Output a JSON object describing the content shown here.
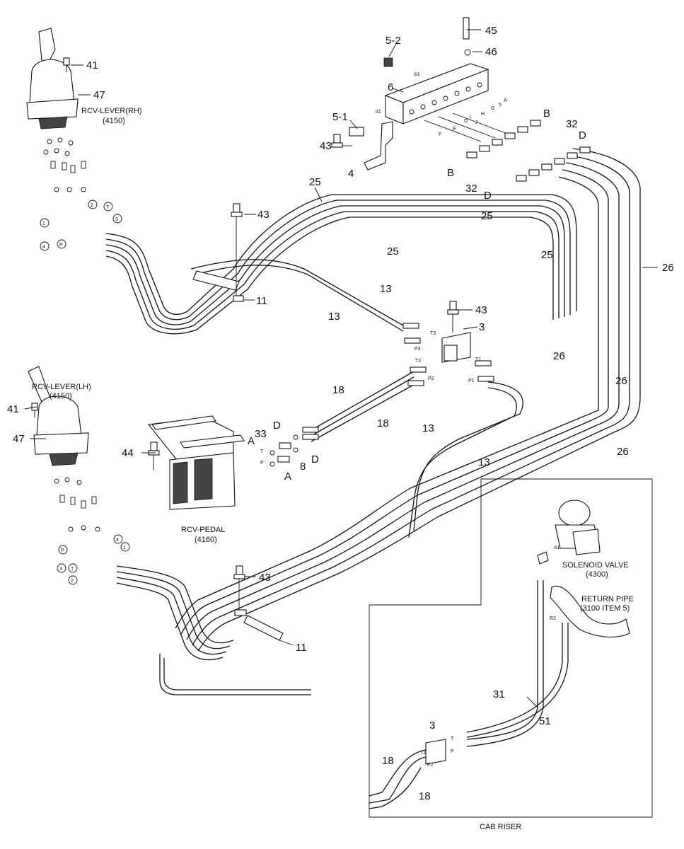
{
  "components": {
    "rcv_lever_rh": {
      "name": "RCV-LEVER(RH)",
      "code": "(4150)"
    },
    "rcv_lever_lh": {
      "name": "RCV-LEVER(LH)",
      "code": "(4150)"
    },
    "rcv_pedal": {
      "name": "RCV-PEDAL",
      "code": "(4160)"
    },
    "solenoid_valve": {
      "name": "SOLENOID VALVE",
      "code": "(4300)"
    },
    "return_pipe": {
      "name": "RETURN PIPE",
      "code": "(3100 ITEM 5)"
    },
    "cab_riser": {
      "name": "CAB RISER"
    }
  },
  "callouts": {
    "c41_rh": "41",
    "c47_rh": "47",
    "c41_lh": "41",
    "c47_lh": "47",
    "c5_2": "5-2",
    "c5_1": "5-1",
    "c6": "6",
    "c4": "4",
    "c45": "45",
    "c46": "46",
    "c43_block": "43",
    "c43_top": "43",
    "c43_mid": "43",
    "c43_bottom": "43",
    "c11_top": "11",
    "c11_bottom": "11",
    "c25_a": "25",
    "c25_b": "25",
    "c25_c": "25",
    "c25_d": "25",
    "c26_a": "26",
    "c26_b": "26",
    "c26_c": "26",
    "c26_d": "26",
    "c13_a": "13",
    "c13_b": "13",
    "c13_c": "13",
    "c13_d": "13",
    "c18_a": "18",
    "c18_b": "18",
    "c3_main": "3",
    "c32_a": "32",
    "c32_b": "32",
    "c33": "33",
    "c8": "8",
    "c44": "44",
    "cB_a": "B",
    "cB_b": "B",
    "cD_a": "D",
    "cD_b": "D",
    "cD_pedal_a": "D",
    "cD_pedal_b": "D",
    "cA_pedal_a": "A",
    "cA_pedal_b": "A",
    "c31": "31",
    "c51": "51",
    "c3_riser": "3",
    "c18_riser_a": "18",
    "c18_riser_b": "18"
  },
  "rh_ports": {
    "p1": "1",
    "p2": "2",
    "pT": "T",
    "p3": "3",
    "p4": "4",
    "pP": "P"
  },
  "lh_ports": {
    "pP": "P",
    "p2": "2",
    "p3": "3",
    "pT": "T",
    "p4": "4",
    "p1": "1"
  },
  "port_marks": {
    "T3": "T3",
    "P3": "P3",
    "T2": "T2",
    "P2": "P2",
    "T1": "T1",
    "P1": "P1",
    "A1": "A1",
    "R2": "R2",
    "pedal_T": "T",
    "pedal_P": "P",
    "riser_T": "T",
    "riser_P": "P",
    "riser_T2": "T2",
    "riser_P2": "P2",
    "b1": "b1",
    "d1": "d1",
    "blk_A": "A",
    "blk_5": "5",
    "blk_G": "G",
    "blk_H": "H",
    "blk_I": "I",
    "blk_J": "J",
    "blk_D": "D",
    "blk_E": "E",
    "blk_F": "F"
  }
}
